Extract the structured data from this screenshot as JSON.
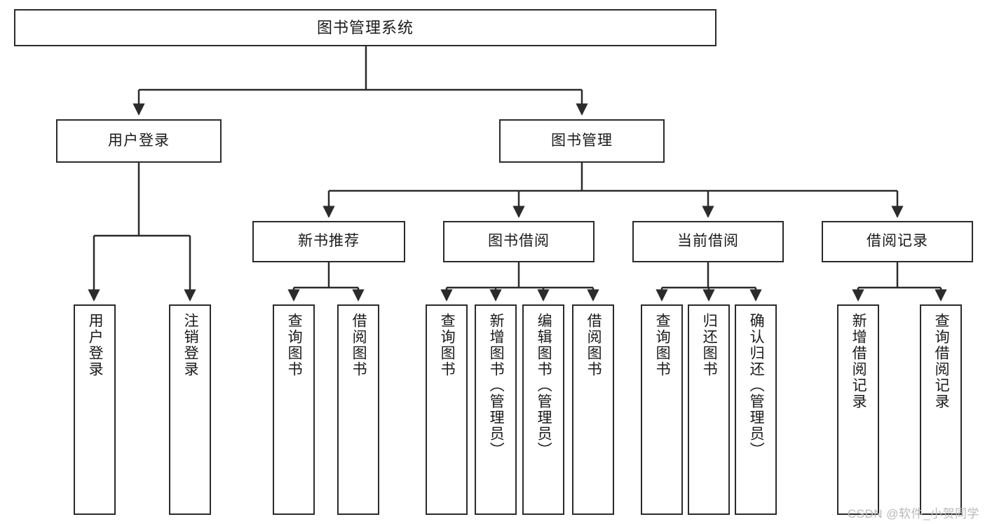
{
  "diagram": {
    "title": "图书管理系统",
    "type": "tree",
    "orientation": "top-down",
    "line_color": "#2b2b2b",
    "box_fill": "#ffffff",
    "text_color": "#1a1a1a"
  },
  "watermark": {
    "text": "CSDN @软件_小贺同学",
    "color": "#b9b9b9"
  },
  "nodes": {
    "root": {
      "label": "图书管理系统"
    },
    "level2": [
      {
        "id": "user-login",
        "label": "用户登录"
      },
      {
        "id": "book-manage",
        "label": "图书管理"
      }
    ],
    "level3": [
      {
        "id": "new-book-recommend",
        "label": "新书推荐"
      },
      {
        "id": "book-borrow",
        "label": "图书借阅"
      },
      {
        "id": "current-borrow",
        "label": "当前借阅"
      },
      {
        "id": "borrow-record",
        "label": "借阅记录"
      }
    ],
    "leaves": {
      "user_login": [
        {
          "id": "leaf-user-login",
          "label": "用户登录"
        },
        {
          "id": "leaf-logout-login",
          "label": "注销登录"
        }
      ],
      "new_book_recommend": [
        {
          "id": "leaf-query-book-1",
          "label": "查询图书"
        },
        {
          "id": "leaf-borrow-book-1",
          "label": "借阅图书"
        }
      ],
      "book_borrow": [
        {
          "id": "leaf-query-book-2",
          "label": "查询图书"
        },
        {
          "id": "leaf-add-book",
          "label": "新增图书（管理员）"
        },
        {
          "id": "leaf-edit-book",
          "label": "编辑图书（管理员）"
        },
        {
          "id": "leaf-borrow-book-2",
          "label": "借阅图书"
        }
      ],
      "current_borrow": [
        {
          "id": "leaf-query-book-3",
          "label": "查询图书"
        },
        {
          "id": "leaf-return-book",
          "label": "归还图书"
        },
        {
          "id": "leaf-confirm-return",
          "label": "确认归还（管理员）"
        }
      ],
      "borrow_record": [
        {
          "id": "leaf-add-record",
          "label": "新增借阅记录"
        },
        {
          "id": "leaf-query-record",
          "label": "查询借阅记录"
        }
      ]
    }
  }
}
